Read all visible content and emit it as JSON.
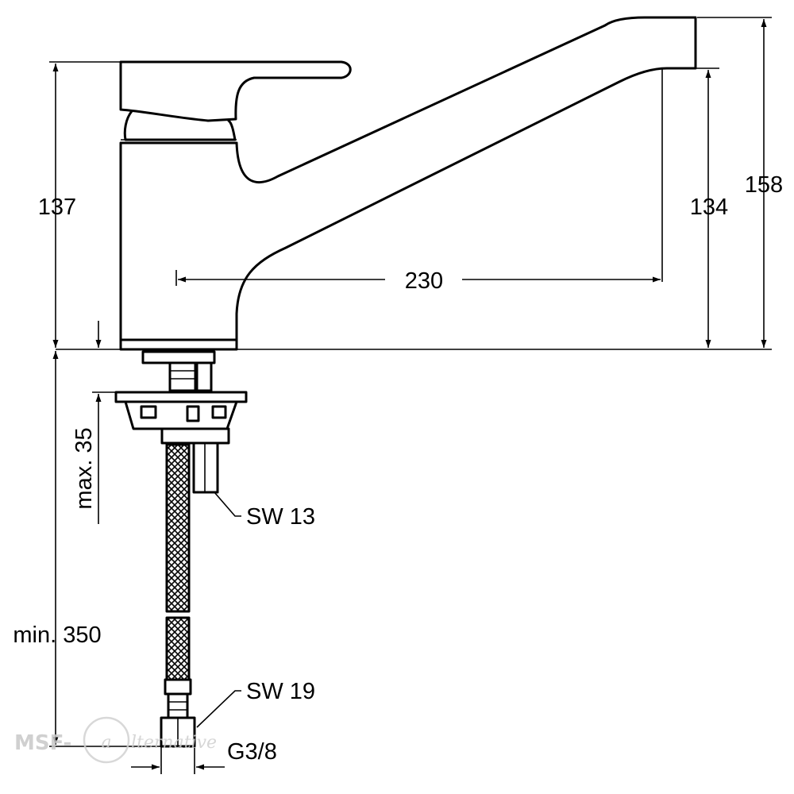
{
  "drawing": {
    "dimensions": {
      "height_left": "137",
      "height_spout": "134",
      "height_total": "158",
      "spout_reach": "230",
      "max_thickness": "max. 35",
      "hose_length": "min. 350"
    },
    "callouts": {
      "nut_small": "SW 13",
      "nut_large": "SW 19",
      "thread": "G3/8"
    },
    "watermark": {
      "left": "MSF-",
      "right": "lternative"
    }
  }
}
